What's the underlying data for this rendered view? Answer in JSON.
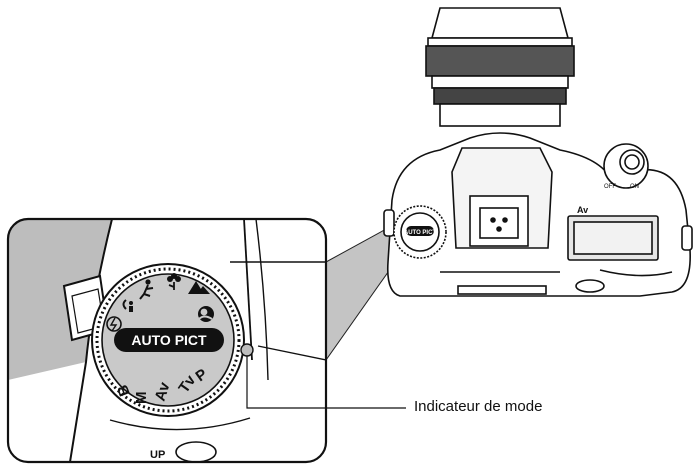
{
  "callout": {
    "label": "Indicateur de mode"
  },
  "dial": {
    "auto_pict_label": "AUTO PICT",
    "small_auto_pict_label": "AUTO PICT",
    "mode_letters": [
      "P",
      "Tv",
      "Av",
      "M",
      "B"
    ],
    "scene_icons": [
      "portrait-icon",
      "landscape-icon",
      "macro-icon",
      "sport-icon",
      "night-portrait-icon",
      "flash-off-icon"
    ]
  },
  "camera": {
    "lcd_label": "Av",
    "switch_off_label": "OFF",
    "switch_on_label": "ON",
    "flash_up_label": "UP"
  },
  "colors": {
    "outline": "#111111",
    "dial_fill": "#c9c9c9",
    "background_gray": "#bdbdbd",
    "callout_gray": "#c4c4c4",
    "lcd_fill": "#e6e6e6"
  }
}
